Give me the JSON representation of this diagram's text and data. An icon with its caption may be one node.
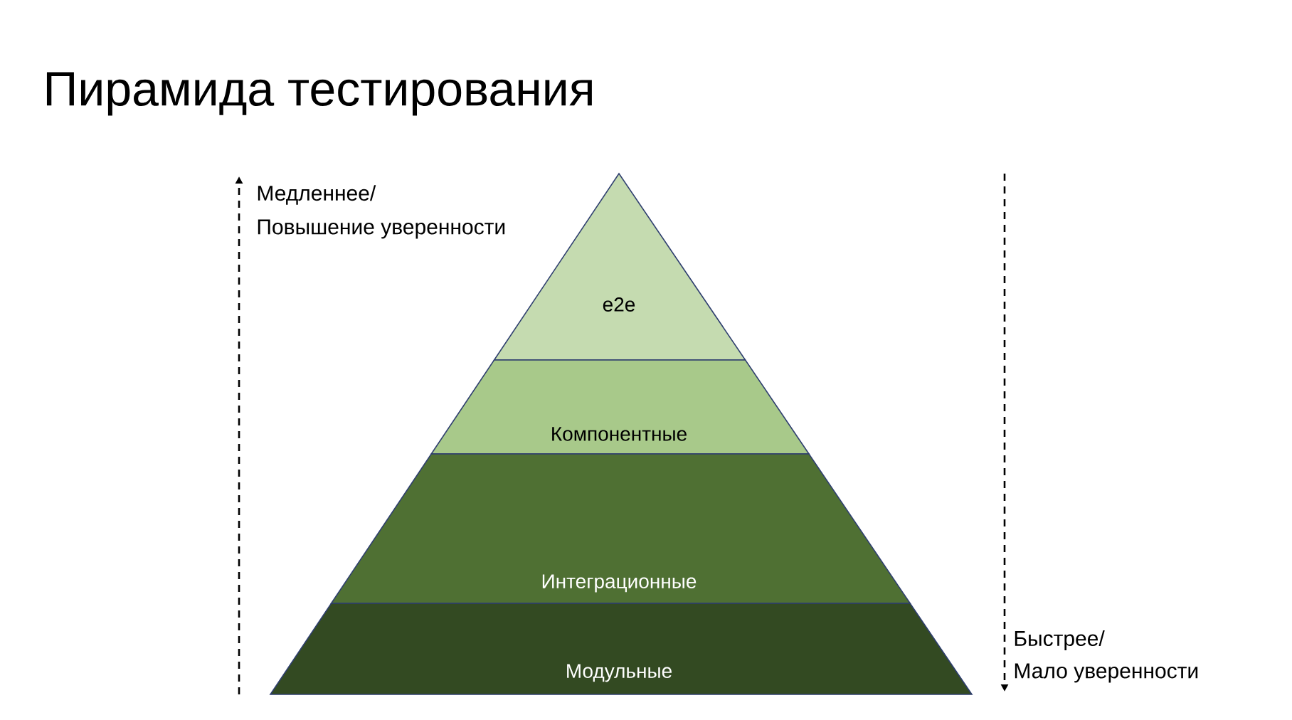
{
  "diagram": {
    "title": "Пирамида тестирования",
    "nodes": [
      {
        "text": [
          "e2e"
        ]
      },
      {
        "text": [
          "Компонентные"
        ]
      },
      {
        "text": [
          "Интеграционные"
        ]
      },
      {
        "text": [
          "Модульные"
        ]
      }
    ],
    "labels": [
      "Медленнее/",
      "Повышение уверенности",
      "Быстрее/",
      "Мало уверенности"
    ]
  }
}
